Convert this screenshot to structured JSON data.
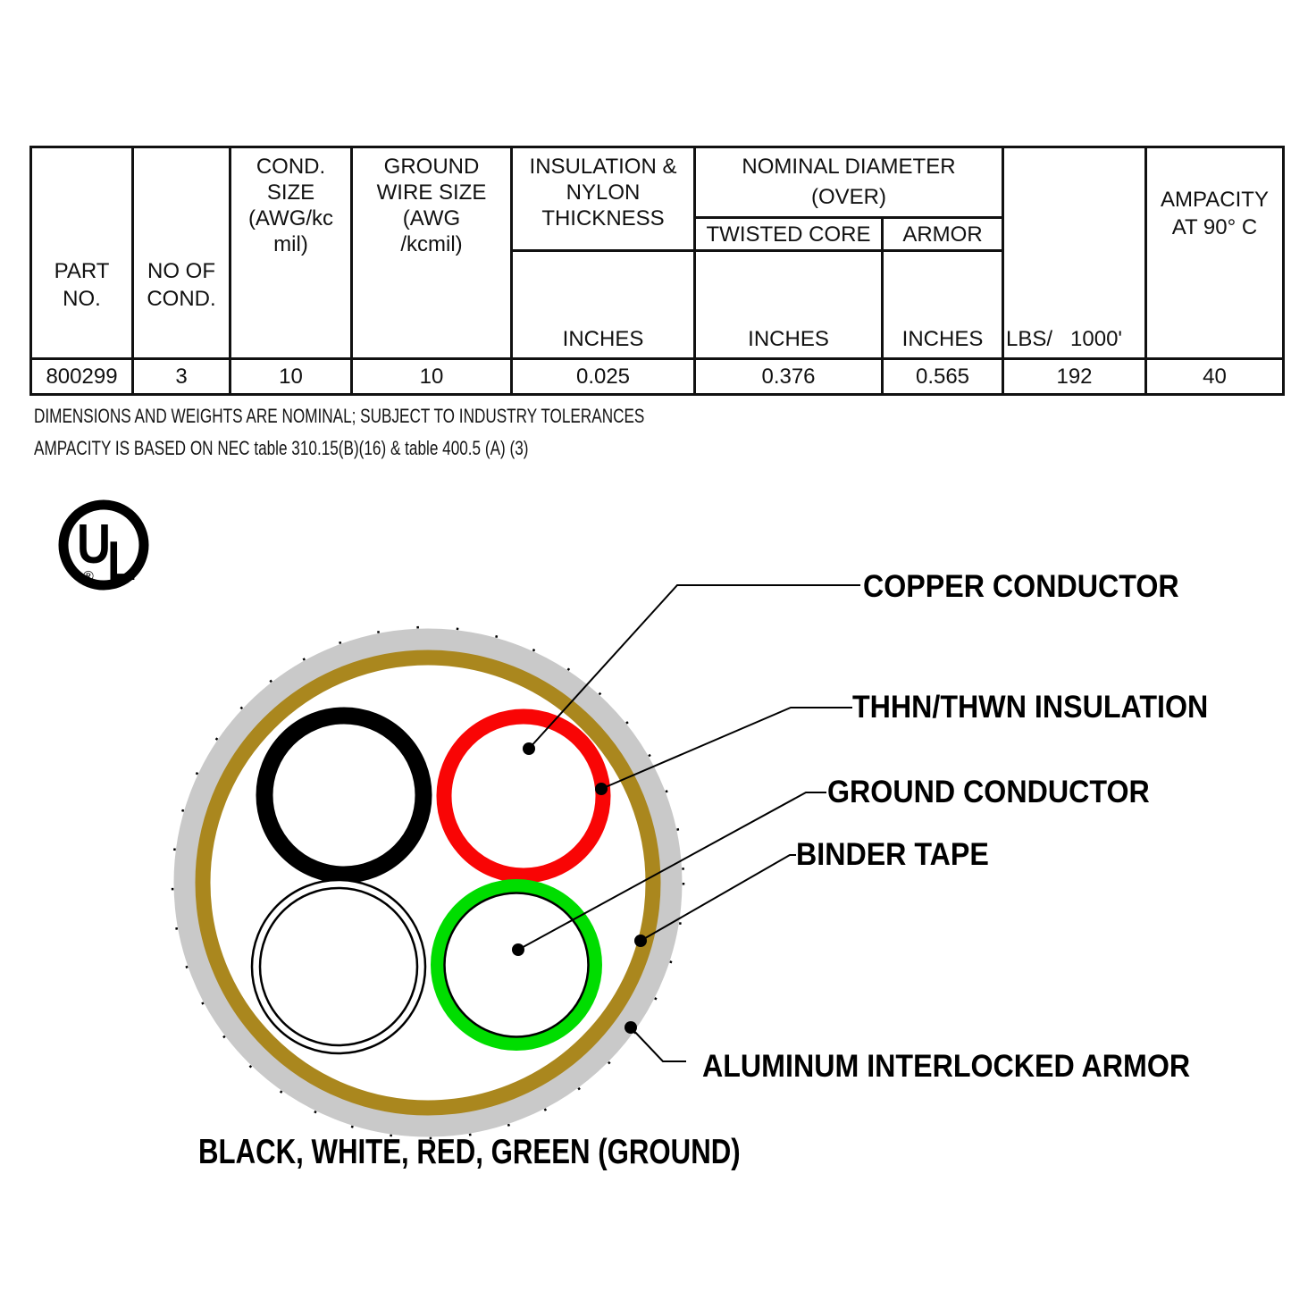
{
  "table": {
    "headers": {
      "part_no": "PART\nNO.",
      "no_of_cond": "NO OF\nCOND.",
      "cond_size": "COND.\nSIZE\n(AWG/kc\nmil)",
      "ground_wire_size": "GROUND\nWIRE SIZE\n(AWG\n/kcmil)",
      "insulation": "INSULATION &\nNYLON\nTHICKNESS",
      "nominal_diameter": "NOMINAL DIAMETER\n(OVER)",
      "twisted_core": "TWISTED CORE",
      "armor": "ARMOR",
      "inches": "INCHES",
      "lbs_per_1000": "LBS/   1000'",
      "ampacity": "AMPACITY\nAT 90° C"
    },
    "row": {
      "part_no": "800299",
      "no_of_cond": "3",
      "cond_size": "10",
      "ground_wire_size": "10",
      "insulation_inches": "0.025",
      "twisted_core_inches": "0.376",
      "armor_inches": "0.565",
      "lbs": "192",
      "ampacity": "40"
    }
  },
  "notes": [
    "DIMENSIONS AND WEIGHTS ARE NOMINAL; SUBJECT TO INDUSTRY TOLERANCES",
    "AMPACITY IS BASED ON NEC table 310.15(B)(16) & table 400.5 (A) (3)"
  ],
  "diagram": {
    "labels": {
      "copper": "COPPER CONDUCTOR",
      "insulation": "THHN/THWN INSULATION",
      "ground": "GROUND CONDUCTOR",
      "binder": "BINDER TAPE",
      "armor": "ALUMINUM INTERLOCKED ARMOR"
    },
    "footer": "BLACK, WHITE, RED, GREEN (GROUND)",
    "ul": {
      "u": "U",
      "l": "L",
      "registered": "®"
    },
    "colors": {
      "armor_gray": "#C9C9C9",
      "binder_tape_gold": "#AA871E",
      "conductor_black": "#000000",
      "conductor_red": "#F90505",
      "conductor_white_outline": "#000000",
      "ground_green": "#00DD00"
    }
  }
}
